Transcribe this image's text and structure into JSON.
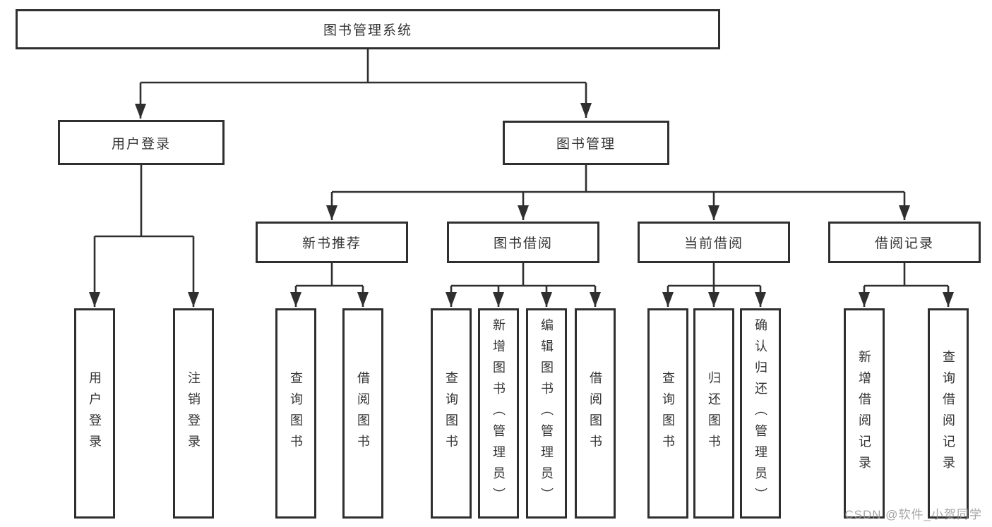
{
  "tree": {
    "label": "图书管理系统",
    "children": [
      {
        "label": "用户登录",
        "children": [
          {
            "label": "用户登录"
          },
          {
            "label": "注销登录"
          }
        ]
      },
      {
        "label": "图书管理",
        "children": [
          {
            "label": "新书推荐",
            "children": [
              {
                "label": "查询图书"
              },
              {
                "label": "借阅图书"
              }
            ]
          },
          {
            "label": "图书借阅",
            "children": [
              {
                "label": "查询图书"
              },
              {
                "label": "新增图书（管理员）"
              },
              {
                "label": "编辑图书（管理员）"
              },
              {
                "label": "借阅图书"
              }
            ]
          },
          {
            "label": "当前借阅",
            "children": [
              {
                "label": "查询图书"
              },
              {
                "label": "归还图书"
              },
              {
                "label": "确认归还（管理员）"
              }
            ]
          },
          {
            "label": "借阅记录",
            "children": [
              {
                "label": "新增借阅记录"
              },
              {
                "label": "查询借阅记录"
              }
            ]
          }
        ]
      }
    ]
  },
  "watermark": "CSDN @软件_小贺同学",
  "colors": {
    "line": "#2f2f2f",
    "text": "#333333",
    "watermark": "#969696"
  }
}
